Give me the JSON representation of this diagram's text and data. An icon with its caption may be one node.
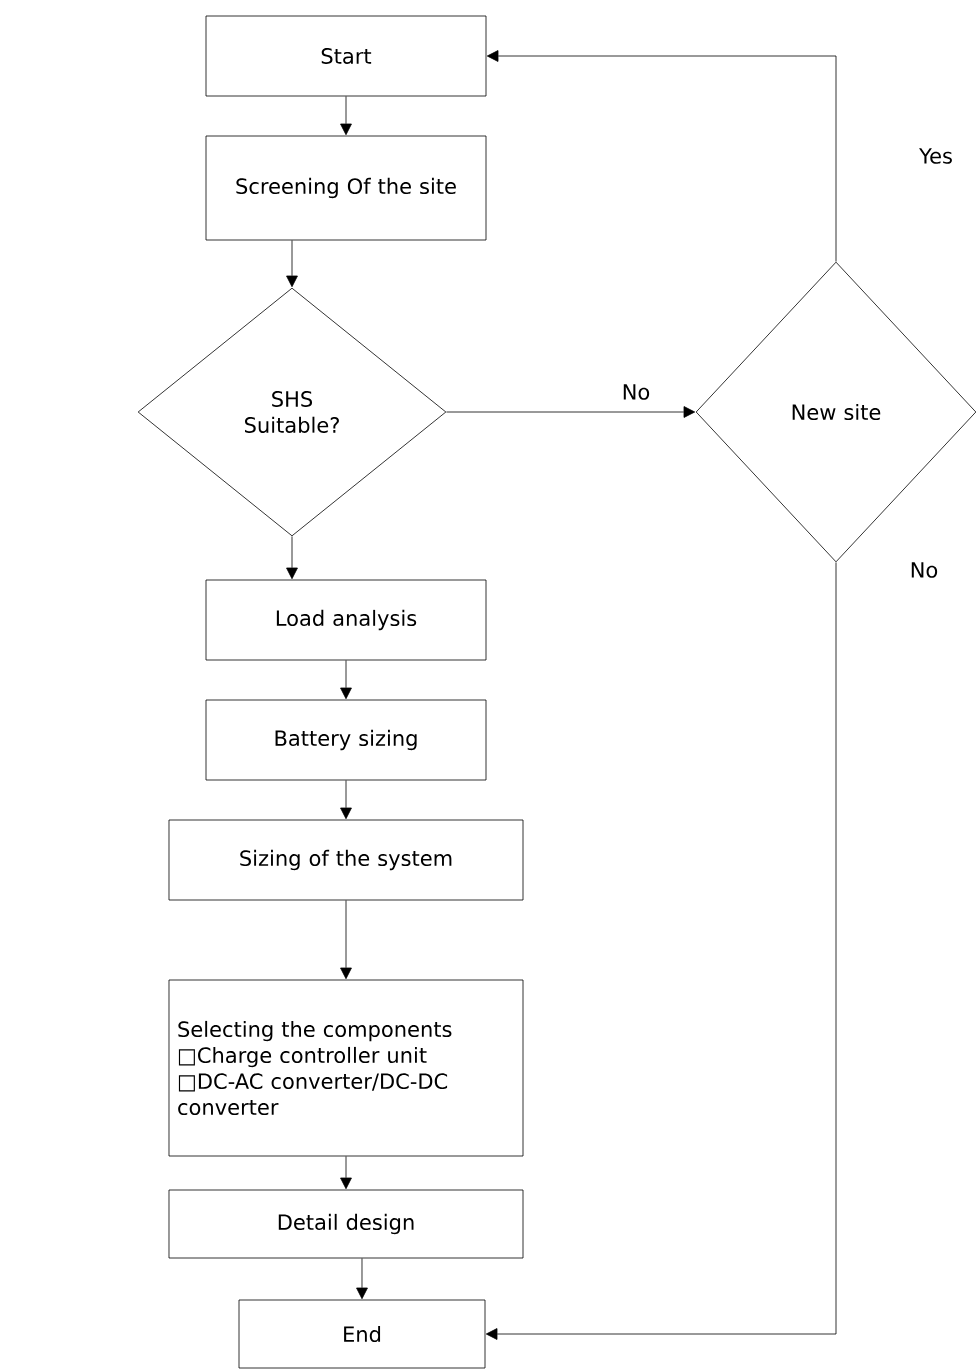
{
  "diagram": {
    "nodes": [
      {
        "text": [
          "Start"
        ]
      },
      {
        "text": [
          "Screening Of the site"
        ]
      },
      {
        "text": [
          "SHS Suitable?"
        ]
      },
      {
        "text": [
          "New site"
        ]
      },
      {
        "text": [
          "Load analysis"
        ]
      },
      {
        "text": [
          "Battery sizing"
        ]
      },
      {
        "text": [
          "Sizing of the system"
        ]
      },
      {
        "text": [
          "Selecting the components",
          "□Charge controller unit",
          "□DC-AC converter/DC-DC converter"
        ]
      },
      {
        "text": [
          "Detail design"
        ]
      },
      {
        "text": [
          "End"
        ]
      }
    ],
    "edges": [
      {
        "from": 0,
        "to": 1,
        "arrow": "to"
      },
      {
        "from": 1,
        "to": 2,
        "arrow": "to"
      },
      {
        "from": 2,
        "to": 3,
        "arrow": "to",
        "label": "No"
      },
      {
        "from": 3,
        "to": 0,
        "arrow": "to",
        "label": "Yes"
      },
      {
        "from": 3,
        "to": 9,
        "arrow": "to",
        "label": "No"
      },
      {
        "from": 2,
        "to": 4,
        "arrow": "to"
      },
      {
        "from": 4,
        "to": 5,
        "arrow": "to"
      },
      {
        "from": 5,
        "to": 6,
        "arrow": "to"
      },
      {
        "from": 6,
        "to": 7,
        "arrow": "to"
      },
      {
        "from": 7,
        "to": 8,
        "arrow": "to"
      },
      {
        "from": 8,
        "to": 9,
        "arrow": "to"
      }
    ]
  }
}
